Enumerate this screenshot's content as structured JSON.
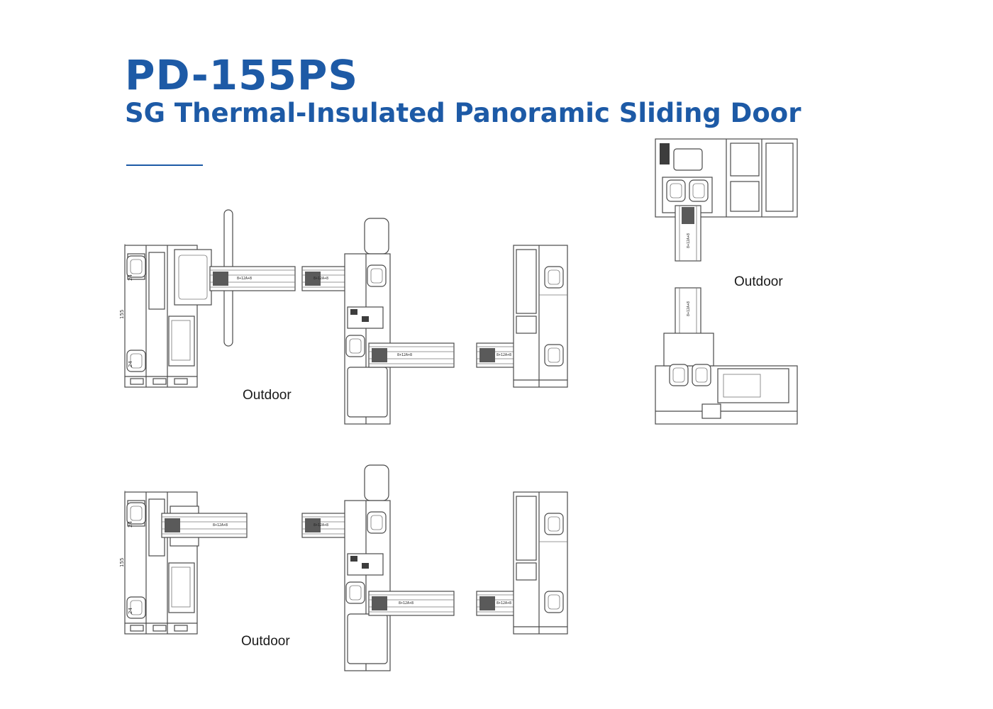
{
  "header": {
    "model": "PD-155PS",
    "subtitle": "SG Thermal-Insulated Panoramic Sliding Door"
  },
  "colors": {
    "brand_blue": "#1d5aa6",
    "line": "#4a4a4a"
  },
  "labels": {
    "outdoor": "Outdoor",
    "glass_spec": "8+12A+8",
    "dim_24": "24",
    "dim_155": "155"
  }
}
